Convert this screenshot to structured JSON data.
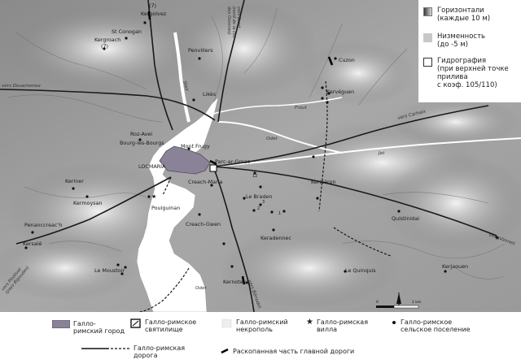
{
  "map": {
    "labels": {
      "kergolvez": "Kergolvez",
      "marker_7": "(7)",
      "st_conogan": "St Conogan",
      "kergroach": "Kergroach",
      "kergroach_7": "(7)",
      "penvillers": "Penvillers",
      "likes": "Likès",
      "roz_avel": "Roz-Avel",
      "bourg_les_bourgs": "Bourg-les-Bourgs",
      "mont_frugy": "Mont Frugy",
      "locmaria": "LOCMARIA",
      "parc_ar_groas": "Parc-ar-Groas",
      "creach_maria": "Creach-Maria",
      "poulguinan": "Poulguinan",
      "creach_gwen": "Creach-Gwen",
      "le_braden": "Le Braden",
      "keradennec": "Keradennec",
      "kermoysan": "Kermoysan",
      "keriner": "Keriner",
      "penanccreach": "Penanccreac'h",
      "kersale": "Kersalé",
      "le_moustoir": "Le Moustoir",
      "kernoter": "Kernoter",
      "kerlaeron": "Kerlaéron",
      "quistinidal": "Quistinidal",
      "le_quinquis": "Le Quinquis",
      "kerjaouen": "Kerjaouen",
      "cuzon": "Cuzon",
      "kerveguen": "Kervéguen",
      "river_odet_north": "Odet",
      "river_odet_south": "Odet",
      "river_frout": "Frout",
      "river_jet": "Jet",
      "river_steir": "Steir",
      "num_1": "1",
      "num_2": "2",
      "num_3": "3",
      "num_12": "12"
    },
    "roads": {
      "vers_douarnenez": "vers Douarnenez",
      "vers_brest": "vers Brest\n(nord de la cité\ndes Osismes)",
      "vers_carhaix": "vers Carhaix",
      "vers_vannes": "vers Vannes",
      "vers_plozevet": "vers Plozévet\n(pays Bigouden)",
      "vers_benodet": "vers Bénodet"
    },
    "scale": {
      "zero": "0",
      "end": "1 km"
    }
  },
  "legend_top": [
    {
      "text": "Горизонтали\n(каждые 10 м)"
    },
    {
      "text": "Низменность\n(до -5 м)"
    },
    {
      "text": "Гидрография\n(при верхней точке\nприлива\nс коэф. 105/110)"
    }
  ],
  "legend_bottom": {
    "city": "Галло-\nримский город",
    "sanctuary": "Галло-римское\nсвятилище",
    "necropolis": "Галло-римский\nнекрополь",
    "villa": "Галло-римская\nвилла",
    "settlement": "Галло-римское\nсельское поселение",
    "road": "Галло-римская\nдорога",
    "excavated": "Раскопанная часть главной дороги"
  }
}
